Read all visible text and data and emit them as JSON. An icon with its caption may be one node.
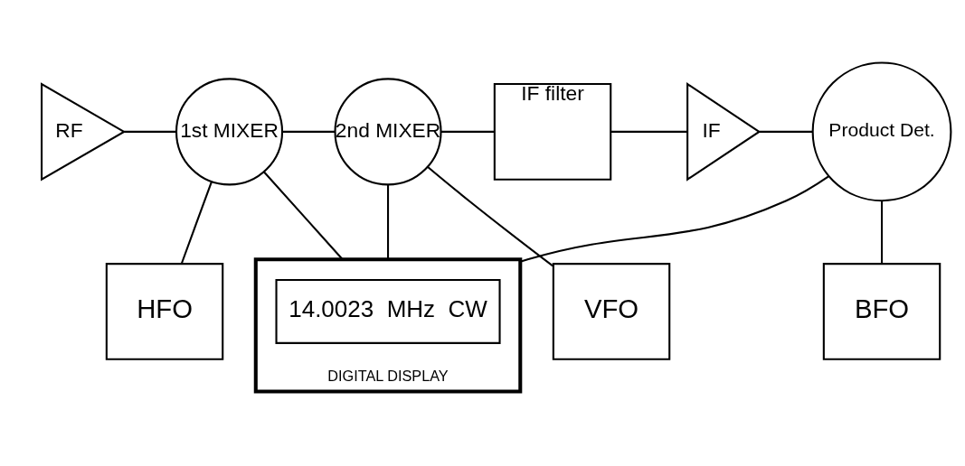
{
  "diagram": {
    "nodes": [
      {
        "text": [
          "RF"
        ]
      },
      {
        "text": [
          "1st MIXER"
        ]
      },
      {
        "text": [
          "2nd MIXER"
        ]
      },
      {
        "text": [
          "IF filter"
        ]
      },
      {
        "text": [
          "IF"
        ]
      },
      {
        "text": [
          "Product Det."
        ]
      },
      {
        "text": [
          "HFO"
        ]
      },
      {
        "text": [
          "VFO"
        ]
      },
      {
        "text": [
          "BFO"
        ]
      },
      {
        "text": [
          "DIGITAL DISPLAY"
        ]
      },
      {
        "text": [
          "14.0023  MHz  CW"
        ],
        "in": 9
      }
    ],
    "edges": [
      {
        "from": 0,
        "to": 1,
        "arrow": "none"
      },
      {
        "from": 1,
        "to": 2,
        "arrow": "none"
      },
      {
        "from": 2,
        "to": 3,
        "arrow": "none"
      },
      {
        "from": 3,
        "to": 4,
        "arrow": "none"
      },
      {
        "from": 4,
        "to": 5,
        "arrow": "none"
      },
      {
        "from": 1,
        "to": 6,
        "arrow": "none"
      },
      {
        "from": 1,
        "to": 9,
        "arrow": "none"
      },
      {
        "from": 2,
        "to": 7,
        "arrow": "none"
      },
      {
        "from": 2,
        "to": 9,
        "arrow": "none"
      },
      {
        "from": 5,
        "to": 8,
        "arrow": "none"
      },
      {
        "from": 5,
        "to": 9,
        "arrow": "none"
      }
    ]
  }
}
